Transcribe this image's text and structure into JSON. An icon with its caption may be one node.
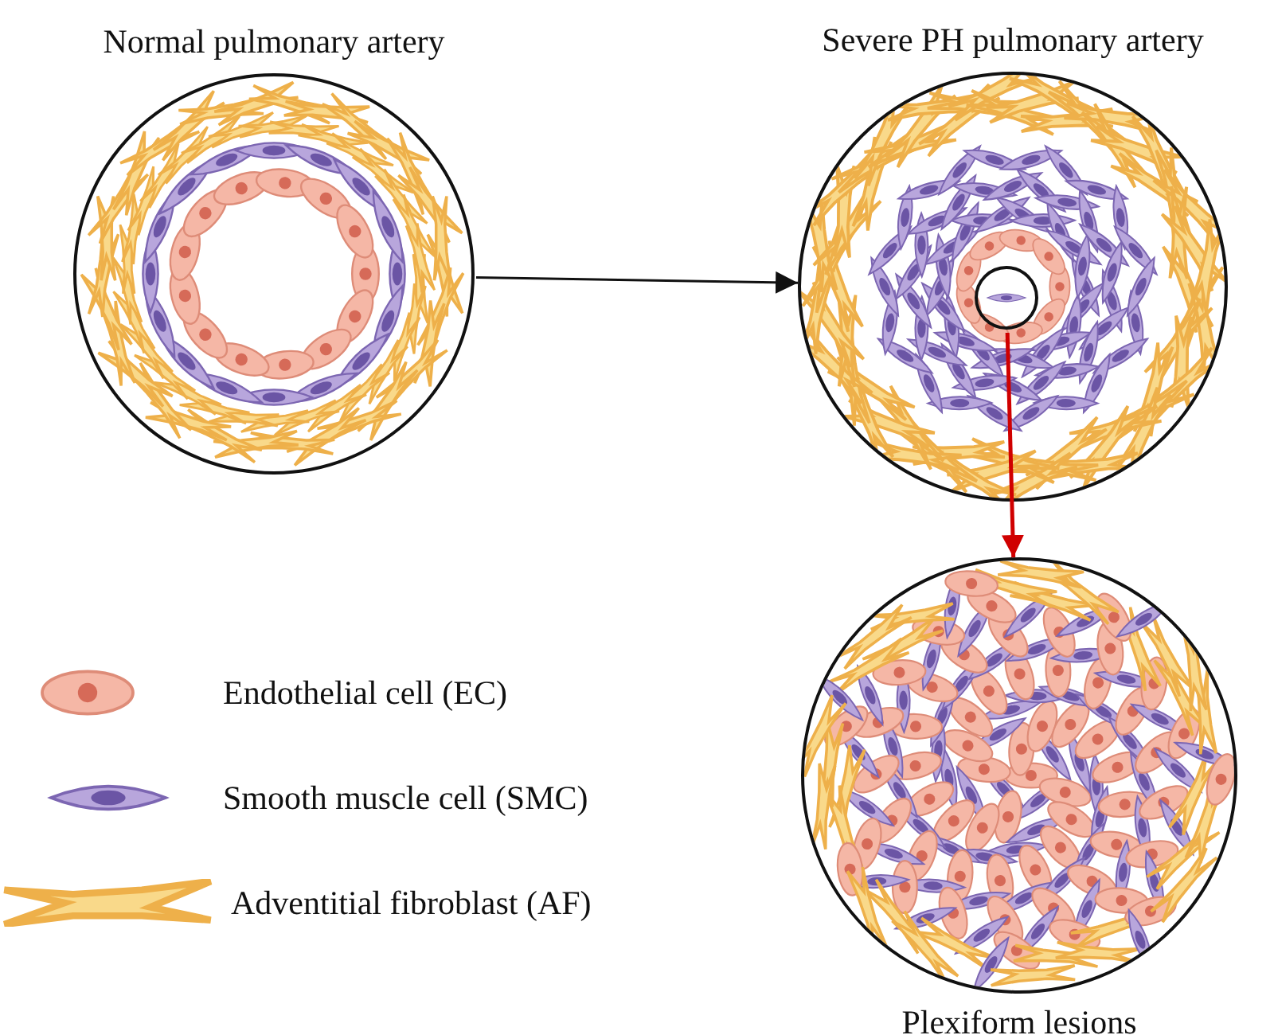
{
  "diagram": {
    "nodes": [
      {
        "text": [
          "Normal pulmonary artery"
        ]
      },
      {
        "text": [
          "Severe PH pulmonary artery"
        ]
      },
      {
        "text": [],
        "shape": "circle",
        "in": 1
      },
      {
        "text": [
          "Plexiform lesions"
        ]
      }
    ],
    "edges": [
      {
        "from": 0,
        "to": 1,
        "arrow": "to"
      },
      {
        "from": 2,
        "to": 3,
        "arrow": "to",
        "color": "#d00000"
      }
    ],
    "legend": [
      {
        "text": "Endothelial cell (EC)"
      },
      {
        "text": "Smooth muscle cell (SMC)"
      },
      {
        "text": "Adventitial fibroblast (AF)"
      }
    ]
  }
}
